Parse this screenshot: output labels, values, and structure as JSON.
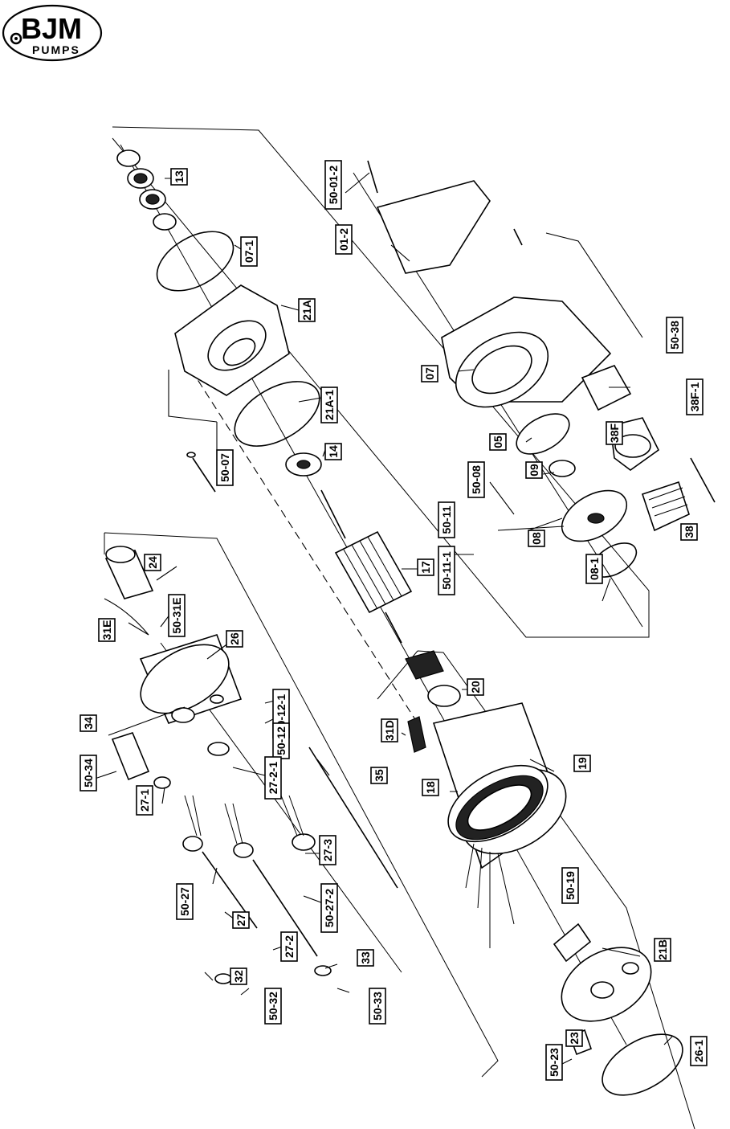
{
  "logo": {
    "brand": "BJM",
    "sub": "PUMPS"
  },
  "labels": [
    "13",
    "07-1",
    "21A",
    "21A-1",
    "50-07",
    "14",
    "17",
    "20",
    "19",
    "18",
    "31D",
    "50-19",
    "21B",
    "26-1",
    "23",
    "50-23",
    "50-01-2",
    "01-2",
    "07",
    "50-38",
    "38F-1",
    "38F",
    "38",
    "05",
    "09",
    "50-08",
    "08",
    "50-11",
    "50-11-1",
    "08-1",
    "24",
    "50-31E",
    "31E",
    "26",
    "50-12-1",
    "50-12",
    "34",
    "50-34",
    "27-1",
    "27-2-1",
    "35",
    "27-3",
    "50-27-2",
    "27",
    "50-27",
    "27-2",
    "32",
    "50-32",
    "33",
    "50-33"
  ]
}
